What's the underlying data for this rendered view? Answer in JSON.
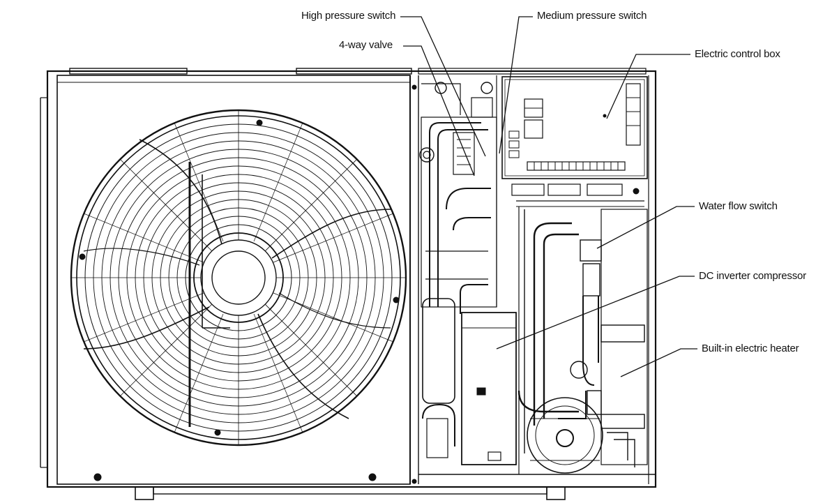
{
  "labels": {
    "high_pressure_switch": "High pressure switch",
    "four_way_valve": "4-way valve",
    "medium_pressure_switch": "Medium pressure switch",
    "electric_control_box": "Electric control box",
    "water_flow_switch": "Water flow switch",
    "dc_inverter_compressor": "DC inverter compressor",
    "built_in_electric_heater": "Built-in electric heater"
  },
  "colors": {
    "line": "#111111",
    "background": "#ffffff"
  }
}
